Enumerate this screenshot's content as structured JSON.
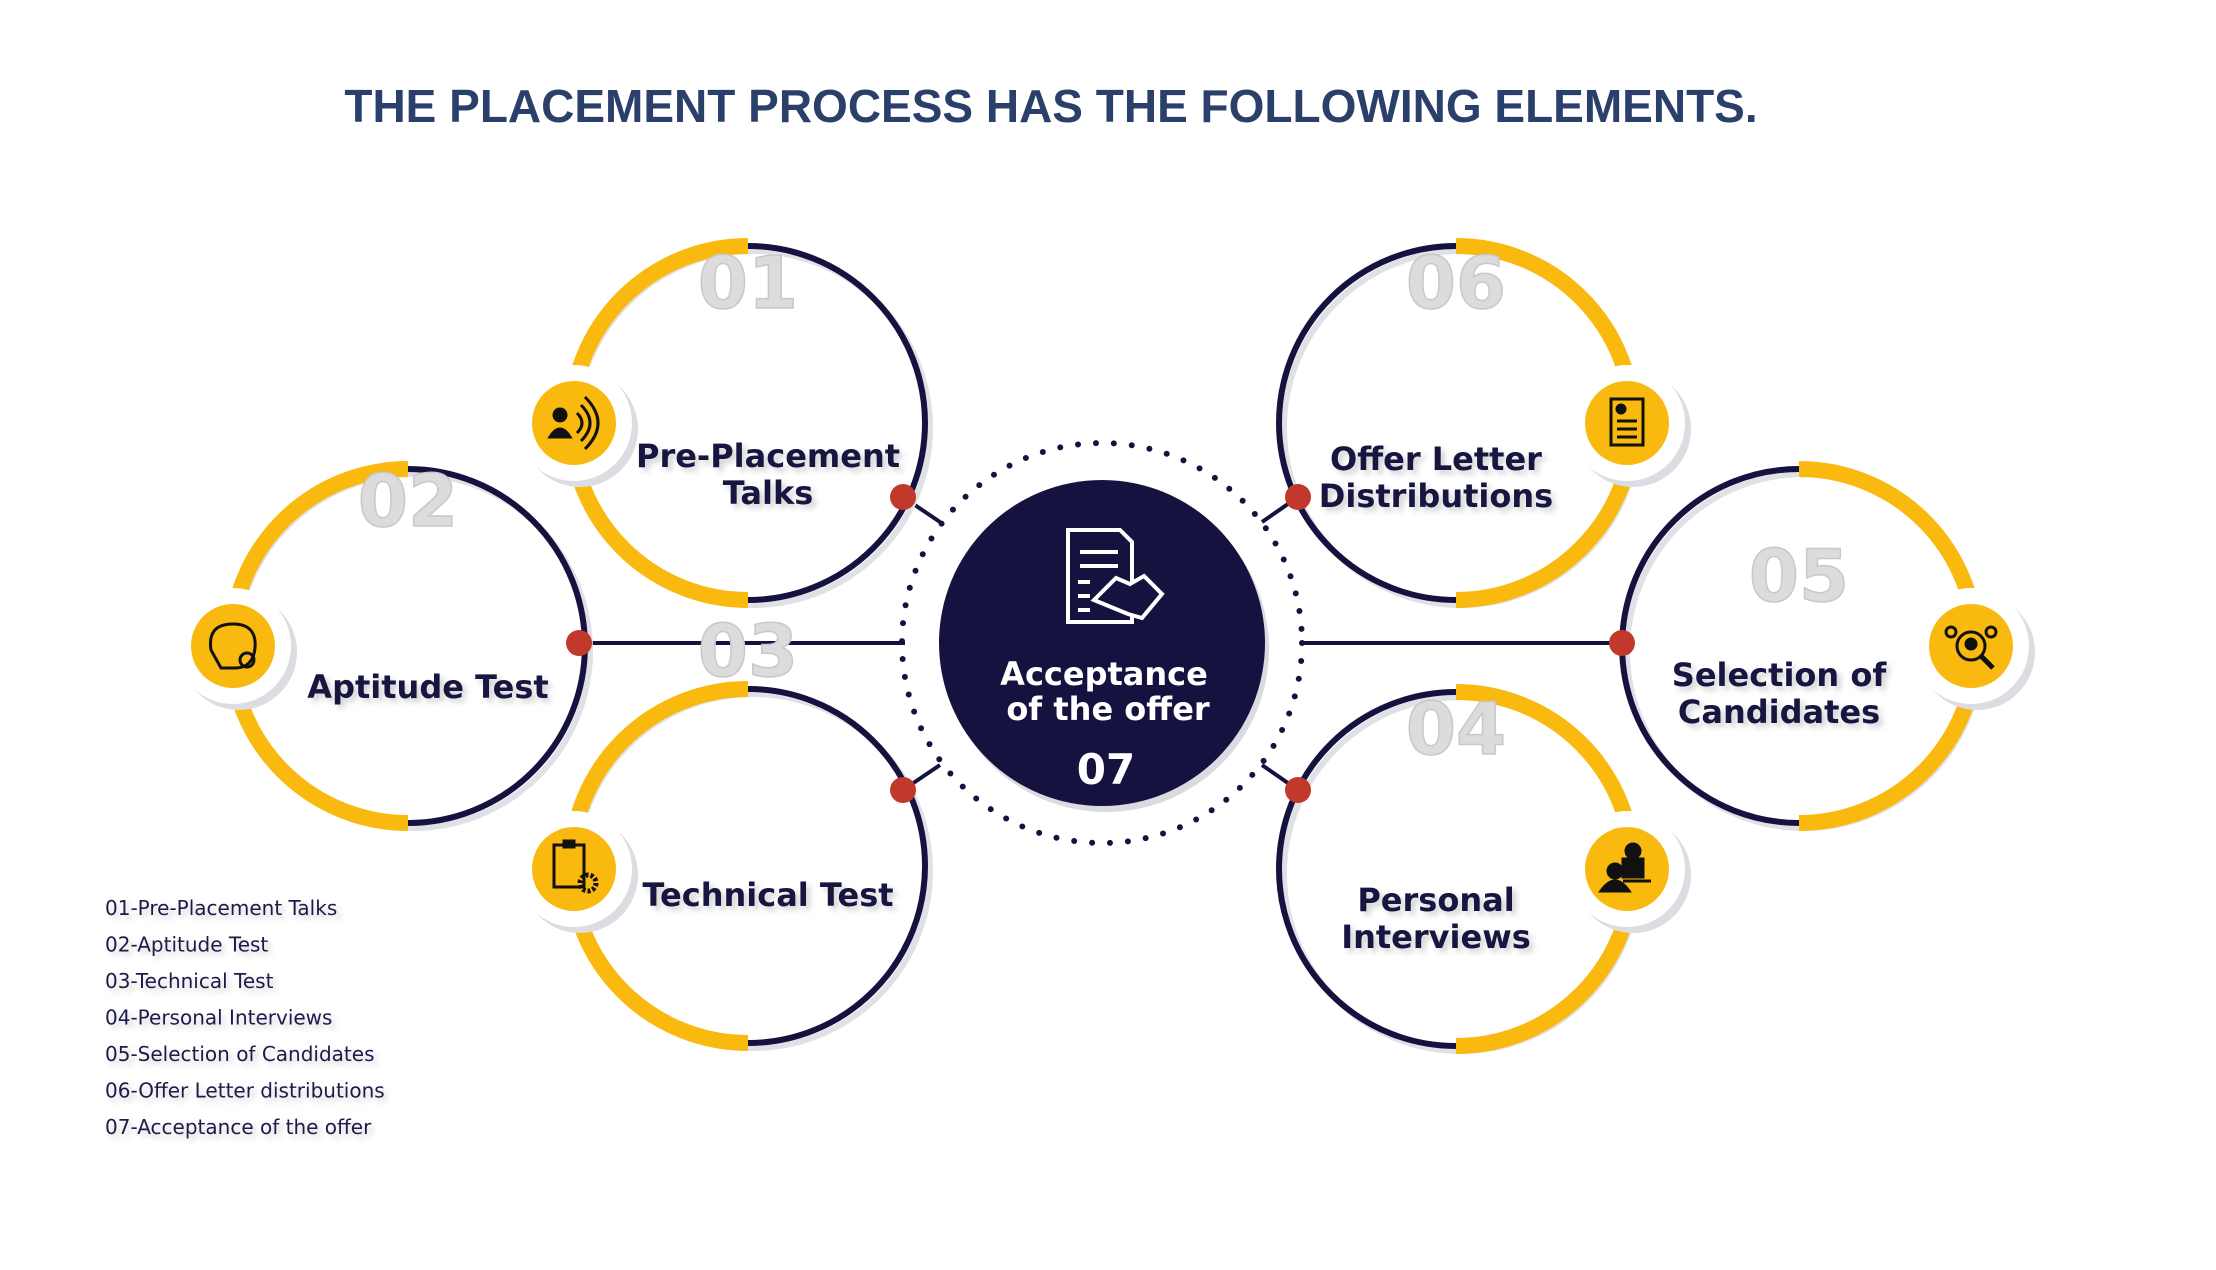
{
  "title": "THE PLACEMENT PROCESS HAS THE FOLLOWING ELEMENTS.",
  "colors": {
    "navy": "#15123f",
    "yellow": "#f9b90f",
    "red": "#c0392b",
    "title": "#2b3f6b"
  },
  "center": {
    "label_line1": "Acceptance",
    "label_line2": "of the offer",
    "number": "07",
    "icon": "contract-handshake-icon"
  },
  "steps": [
    {
      "number": "01",
      "line1": "Pre-Placement",
      "line2": "Talks",
      "icon": "speaker-person-icon"
    },
    {
      "number": "02",
      "line1": "Aptitude Test",
      "line2": "",
      "icon": "brain-icon"
    },
    {
      "number": "03",
      "line1": "Technical Test",
      "line2": "",
      "icon": "clipboard-gear-icon"
    },
    {
      "number": "04",
      "line1": "Personal",
      "line2": "Interviews",
      "icon": "interview-icon"
    },
    {
      "number": "05",
      "line1": "Selection of",
      "line2": "Candidates",
      "icon": "candidate-search-icon"
    },
    {
      "number": "06",
      "line1": "Offer Letter",
      "line2": "Distributions",
      "icon": "document-icon"
    }
  ],
  "legend": [
    "01-Pre-Placement Talks",
    "02-Aptitude Test",
    "03-Technical Test",
    "04-Personal Interviews",
    "05-Selection of Candidates",
    "06-Offer Letter distributions",
    "07-Acceptance of the offer"
  ]
}
